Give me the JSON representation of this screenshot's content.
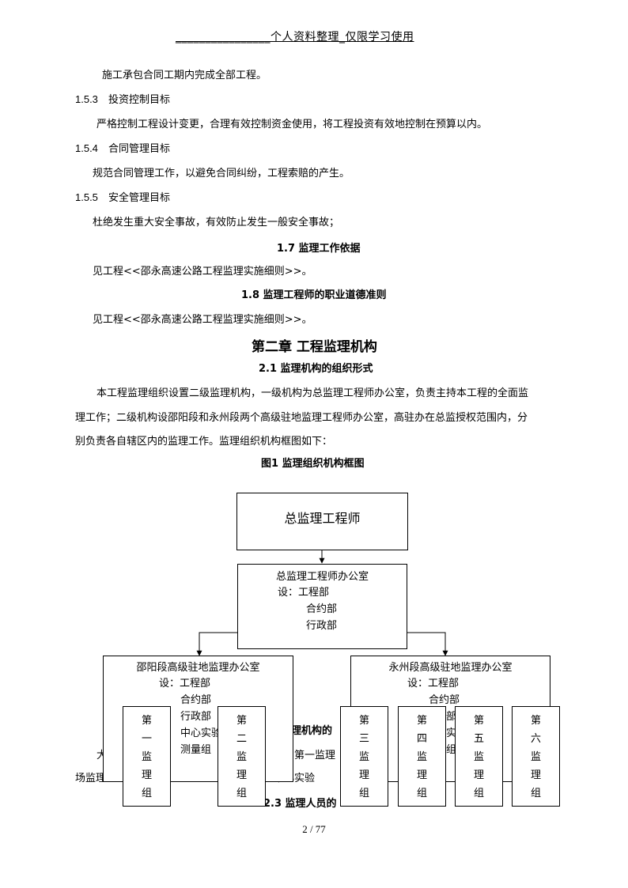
{
  "header": "________________个人资料整理_仅限学习使用",
  "paragraphs": {
    "p1": "施工承包合同工期内完成全部工程。",
    "s153_num": "1.5.3",
    "s153_title": "投资控制目标",
    "p2": "严格控制工程设计变更，合理有效控制资金使用，将工程投资有效地控制在预算以内。",
    "s154_num": "1.5.4",
    "s154_title": "合同管理目标",
    "p3": "规范合同管理工作，以避免合同纠纷，工程索赔的产生。",
    "s155_num": "1.5.5",
    "s155_title": "安全管理目标",
    "p4": "杜绝发生重大安全事故，有效防止发生一般安全事故；",
    "s17": "1.7  监理工作依据",
    "p5": "见工程<<邵永高速公路工程监理实施细则>>。",
    "s18": "1.8   监理工程师的职业道德准则",
    "p6": "见工程<<邵永高速公路工程监理实施细则>>。",
    "chapter2": "第二章  工程监理机构",
    "s21": "2.1   监理机构的组织形式",
    "p7a": "本工程监理组织设置二级监理机构，一级机构为总监理工程师办公室，负责主持本工程的全面监",
    "p7b": "理工作；二级机构设邵阳段和永州段两个高级驻地监理工程师办公室，高驻办在总监授权范围内，分",
    "p7c": "别负责各自辖区内的监理工作。监理组织机构框图如下：",
    "fig1": "图1     监理组织机构框图",
    "hidden1": "理机构的",
    "hidden2a": "大",
    "hidden2b": "第一监理",
    "hidden3a": "场监理",
    "hidden3b": "中心实验",
    "hidden4": "2.3   监理人员的",
    "page": "2 / 77"
  },
  "org": {
    "top": "总监理工程师",
    "office_title": "总监理工程师办公室",
    "office_l1": "设：工程部",
    "office_l2": "合约部",
    "office_l3": "行政部",
    "left_title": "邵阳段高级驻地监理办公室",
    "left_l1": "设：工程部",
    "left_l2": "合约部",
    "left_l3": "行政部",
    "left_l4": "中心实验",
    "left_l5": "测量组",
    "right_title": "永州段高级驻地监理办公室",
    "right_l1": "设：工程部",
    "right_l2": "合约部",
    "right_l3": "部",
    "right_l4": "实",
    "right_l5": "组",
    "g1": [
      "第",
      "一",
      "监",
      "理",
      "组"
    ],
    "g2": [
      "第",
      "二",
      "监",
      "理",
      "组"
    ],
    "g3": [
      "第",
      "三",
      "监",
      "理",
      "组"
    ],
    "g4": [
      "第",
      "四",
      "监",
      "理",
      "组"
    ],
    "g5": [
      "第",
      "五",
      "监",
      "理",
      "组"
    ],
    "g6": [
      "第",
      "六",
      "监",
      "理",
      "组"
    ]
  }
}
